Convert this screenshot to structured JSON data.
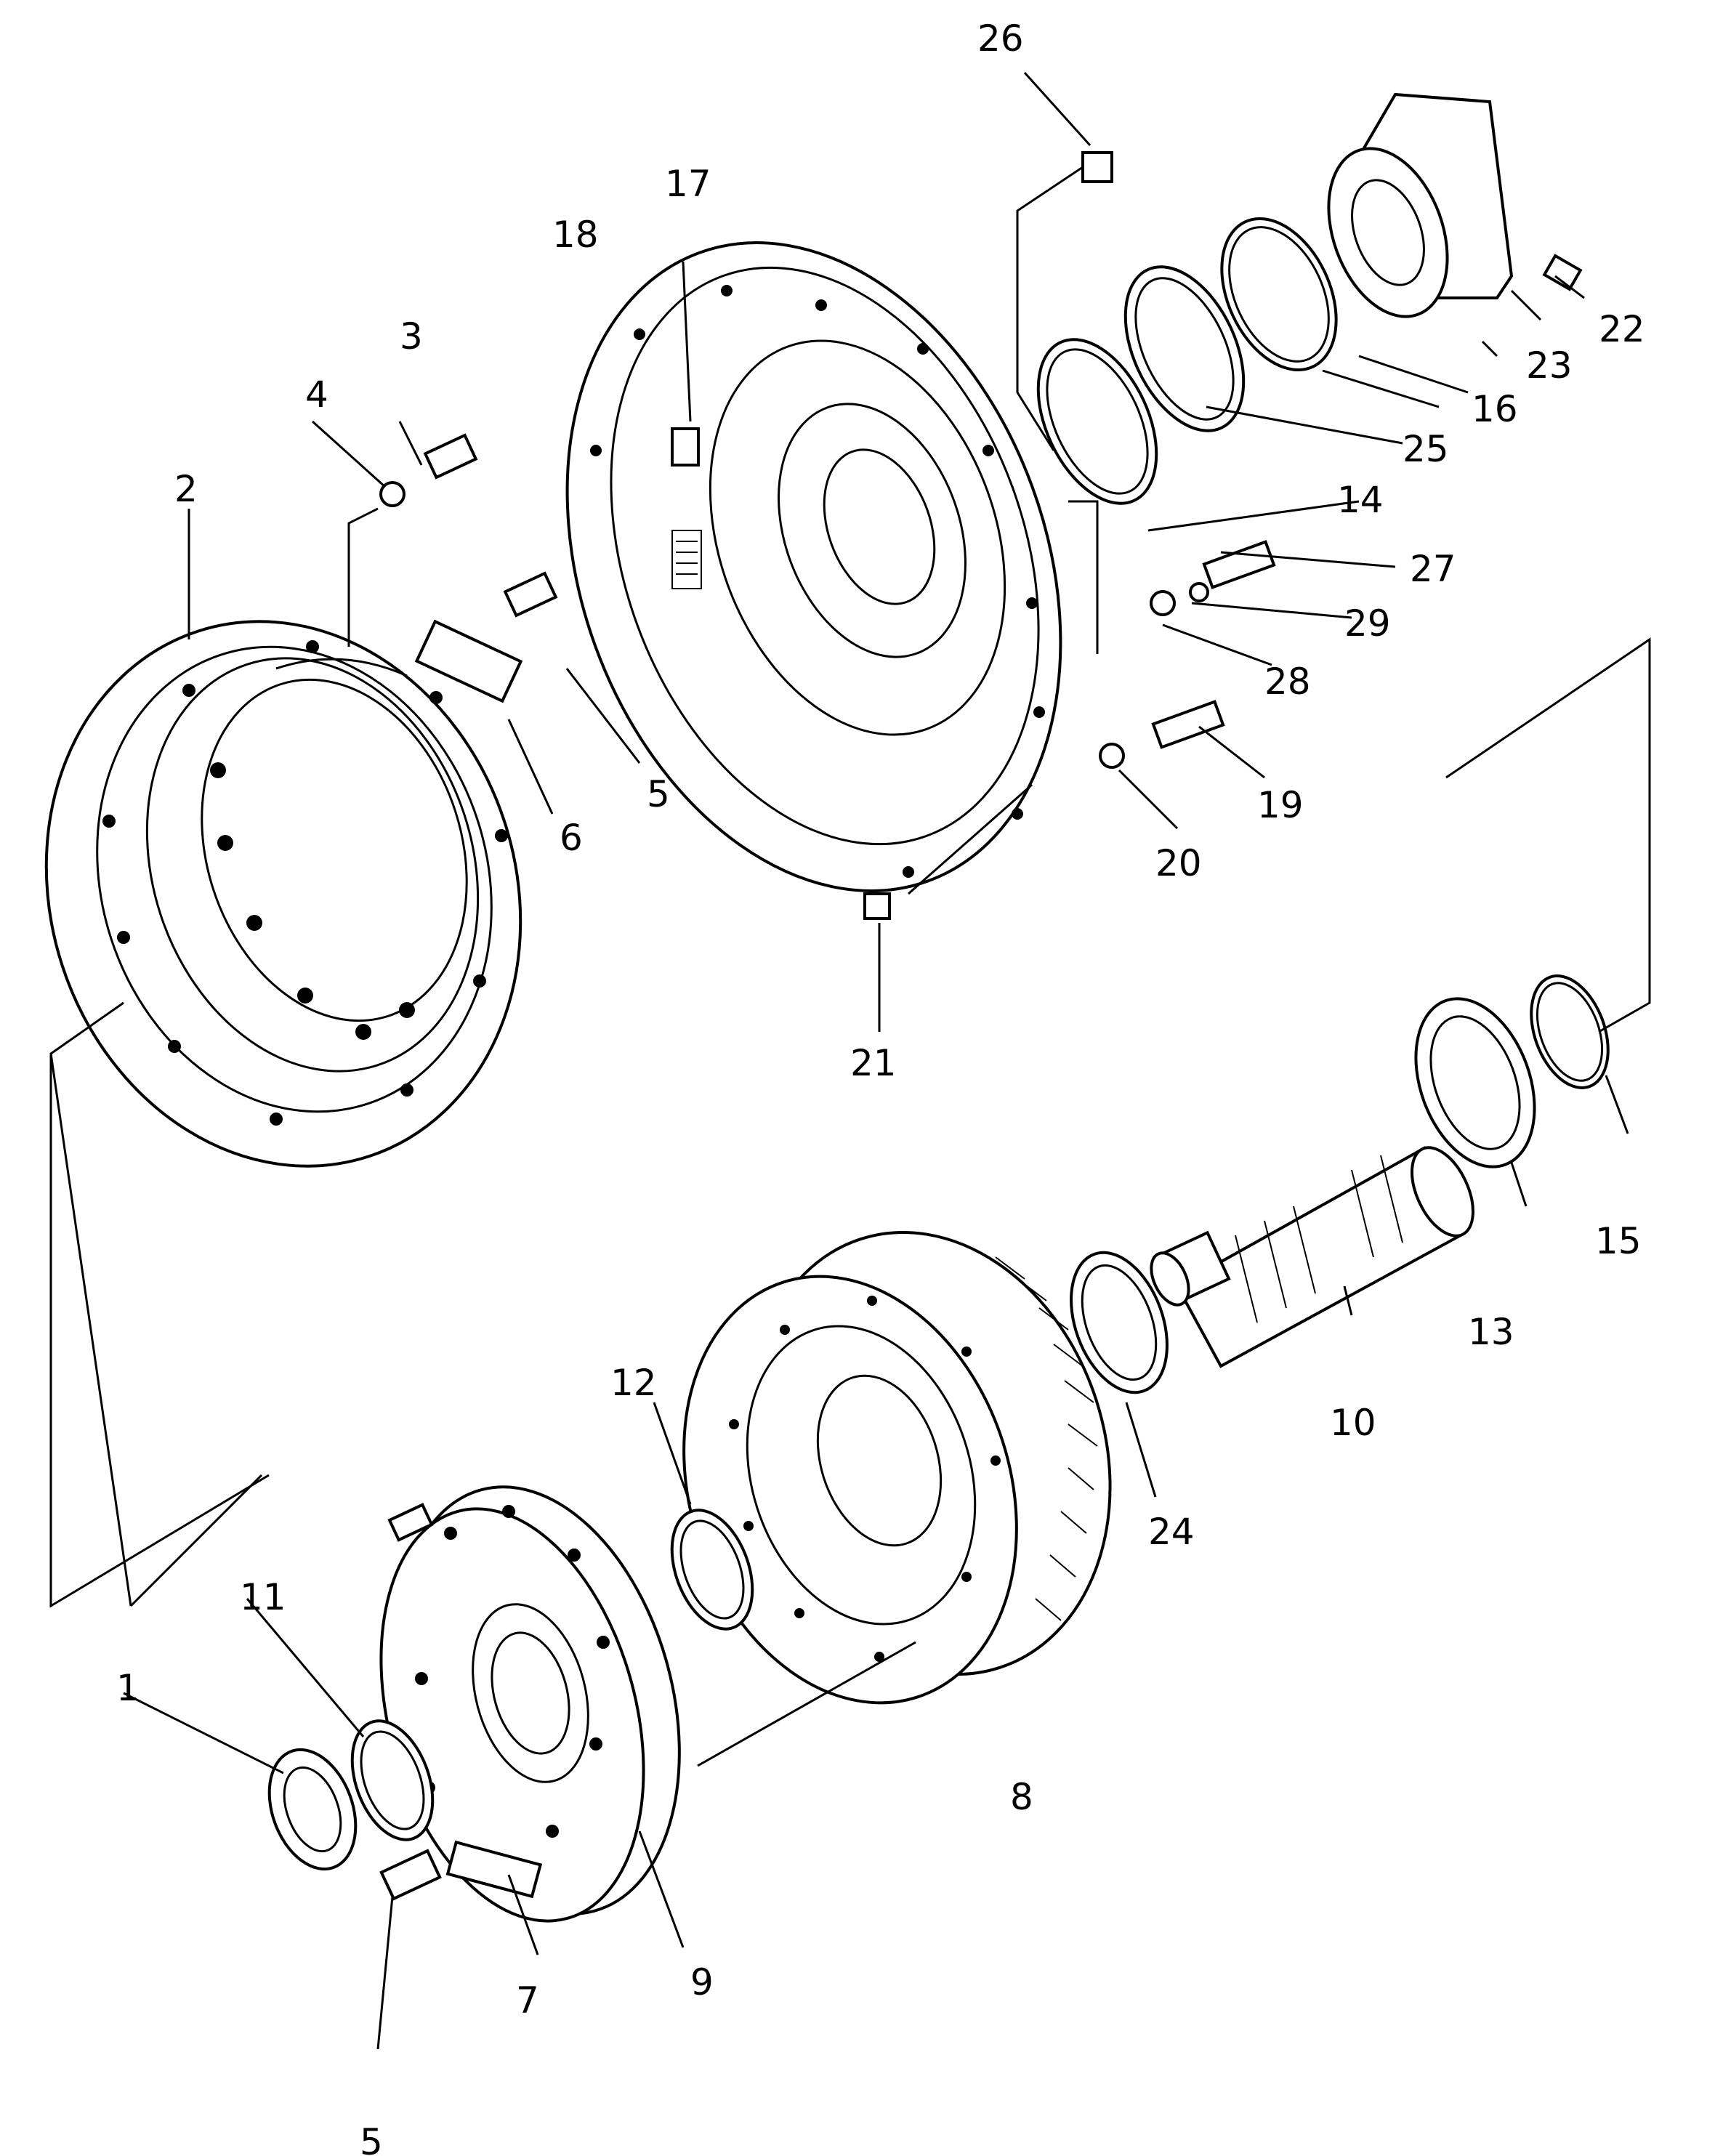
{
  "diagram": {
    "callouts": [
      "1",
      "2",
      "3",
      "4",
      "5",
      "5",
      "6",
      "7",
      "8",
      "9",
      "10",
      "11",
      "12",
      "13",
      "14",
      "15",
      "16",
      "17",
      "18",
      "19",
      "20",
      "21",
      "22",
      "23",
      "24",
      "25",
      "26",
      "27",
      "28",
      "29"
    ]
  }
}
